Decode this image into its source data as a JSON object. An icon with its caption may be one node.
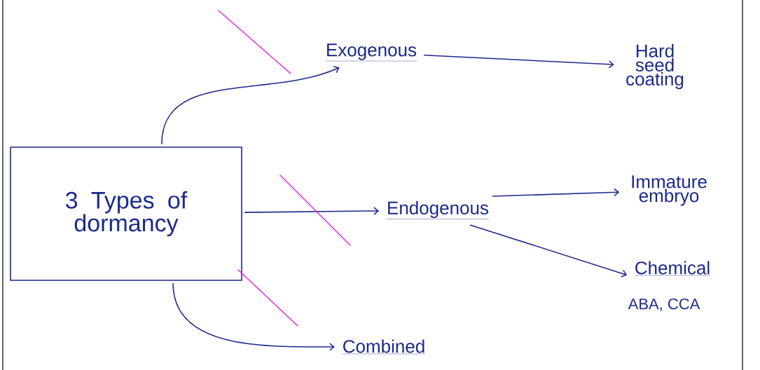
{
  "diagram": {
    "nodes": [
      {
        "text": [
          "3 Types of dormancy"
        ]
      },
      {
        "text": [
          "Exogenous"
        ]
      },
      {
        "text": [
          "Hard seed coating"
        ]
      },
      {
        "text": [
          "Endogenous"
        ]
      },
      {
        "text": [
          "Immature embryo"
        ]
      },
      {
        "text": [
          "Chemical"
        ],
        "beside": [
          "ABA, CCA"
        ]
      },
      {
        "text": [
          "Combined"
        ]
      }
    ],
    "edges": [
      {
        "from": 0,
        "to": 1,
        "arrow": "to"
      },
      {
        "from": 1,
        "to": 2,
        "arrow": "to"
      },
      {
        "from": 0,
        "to": 3,
        "arrow": "to"
      },
      {
        "from": 3,
        "to": 4,
        "arrow": "to"
      },
      {
        "from": 3,
        "to": 5,
        "arrow": "to"
      },
      {
        "from": 0,
        "to": 6,
        "arrow": "to"
      }
    ]
  }
}
